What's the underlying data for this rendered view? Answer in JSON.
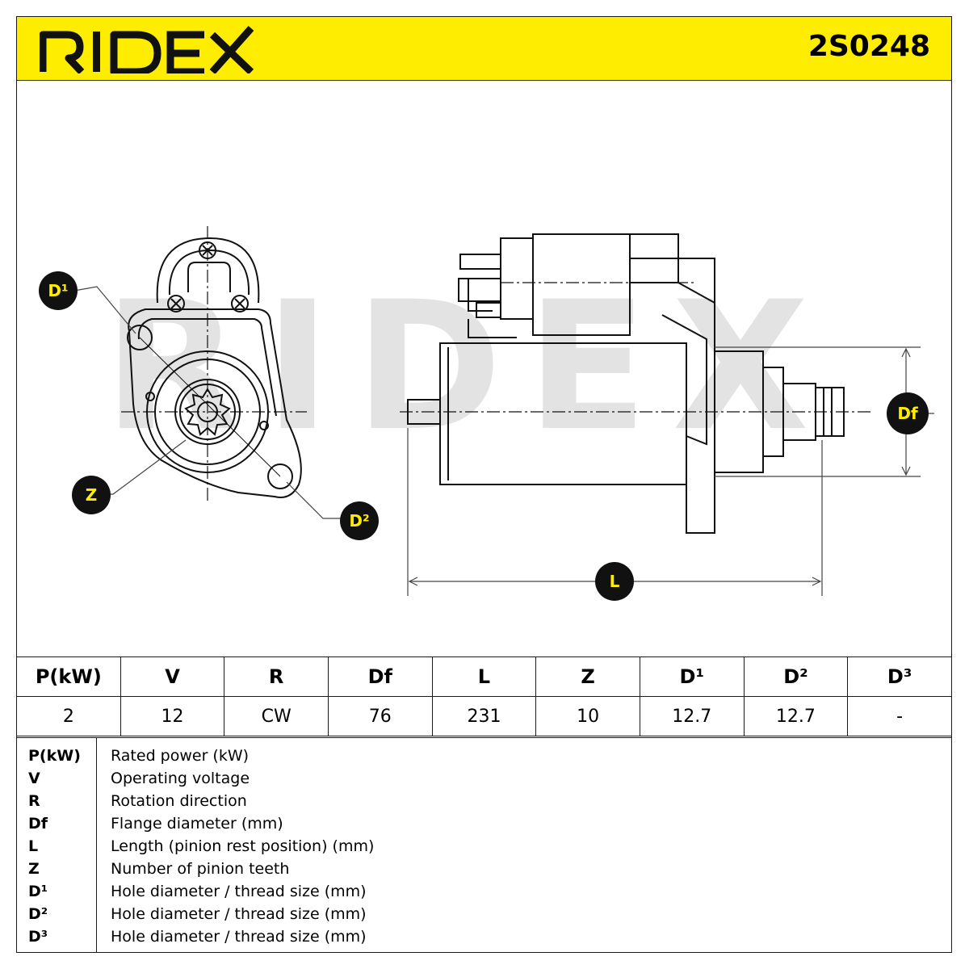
{
  "header": {
    "brand": "RIDEX",
    "part_number": "2S0248",
    "brand_color": "#ffed00"
  },
  "drawing": {
    "watermark": "RIDEX",
    "callouts": {
      "d1": "D¹",
      "d2": "D²",
      "z": "Z",
      "df": "Df",
      "l": "L"
    }
  },
  "spec_table": {
    "headers": [
      "P(kW)",
      "V",
      "R",
      "Df",
      "L",
      "Z",
      "D¹",
      "D²",
      "D³"
    ],
    "values": [
      "2",
      "12",
      "CW",
      "76",
      "231",
      "10",
      "12.7",
      "12.7",
      "-"
    ]
  },
  "legend": [
    {
      "key": "P(kW)",
      "desc": "Rated power (kW)"
    },
    {
      "key": "V",
      "desc": "Operating voltage"
    },
    {
      "key": "R",
      "desc": "Rotation direction"
    },
    {
      "key": "Df",
      "desc": "Flange diameter (mm)"
    },
    {
      "key": "L",
      "desc": "Length (pinion rest position) (mm)"
    },
    {
      "key": "Z",
      "desc": "Number of pinion teeth"
    },
    {
      "key": "D¹",
      "desc": "Hole diameter / thread size (mm)"
    },
    {
      "key": "D²",
      "desc": "Hole diameter / thread size (mm)"
    },
    {
      "key": "D³",
      "desc": "Hole diameter / thread size (mm)"
    }
  ]
}
